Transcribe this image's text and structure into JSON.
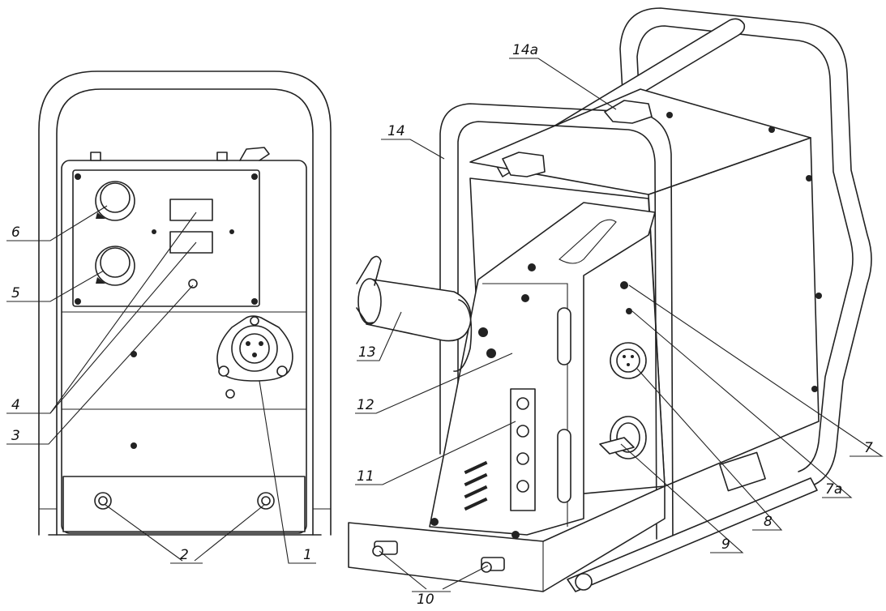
{
  "labels": {
    "l1": "1",
    "l2": "2",
    "l3": "3",
    "l4": "4",
    "l5": "5",
    "l6": "6",
    "l7": "7",
    "l7a": "7a",
    "l8": "8",
    "l9": "9",
    "l10": "10",
    "l11": "11",
    "l12": "12",
    "l13": "13",
    "l14": "14",
    "l14a": "14a"
  }
}
